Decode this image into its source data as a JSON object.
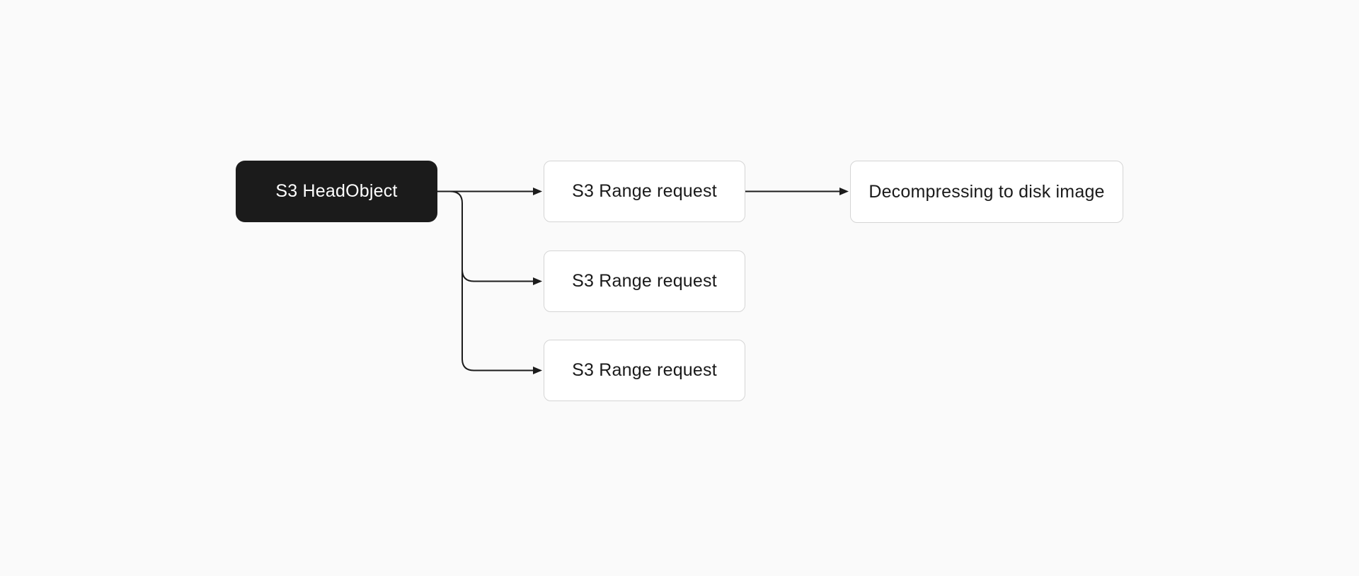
{
  "diagram": {
    "nodes": [
      {
        "id": "head-object",
        "label": "S3 HeadObject",
        "variant": "dark"
      },
      {
        "id": "range-request-1",
        "label": "S3 Range request",
        "variant": "light"
      },
      {
        "id": "range-request-2",
        "label": "S3 Range request",
        "variant": "light"
      },
      {
        "id": "range-request-3",
        "label": "S3 Range request",
        "variant": "light"
      },
      {
        "id": "decompress",
        "label": "Decompressing to disk image",
        "variant": "light"
      }
    ],
    "edges": [
      {
        "from": "head-object",
        "to": "range-request-1"
      },
      {
        "from": "head-object",
        "to": "range-request-2"
      },
      {
        "from": "head-object",
        "to": "range-request-3"
      },
      {
        "from": "range-request-1",
        "to": "decompress"
      }
    ],
    "colors": {
      "bg": "#fafafa",
      "node-dark-bg": "#1b1b1b",
      "node-dark-text": "#ffffff",
      "node-light-bg": "#ffffff",
      "node-light-border": "#d5d5d5",
      "node-light-text": "#1a1a1a",
      "edge": "#1c1c1c"
    }
  }
}
